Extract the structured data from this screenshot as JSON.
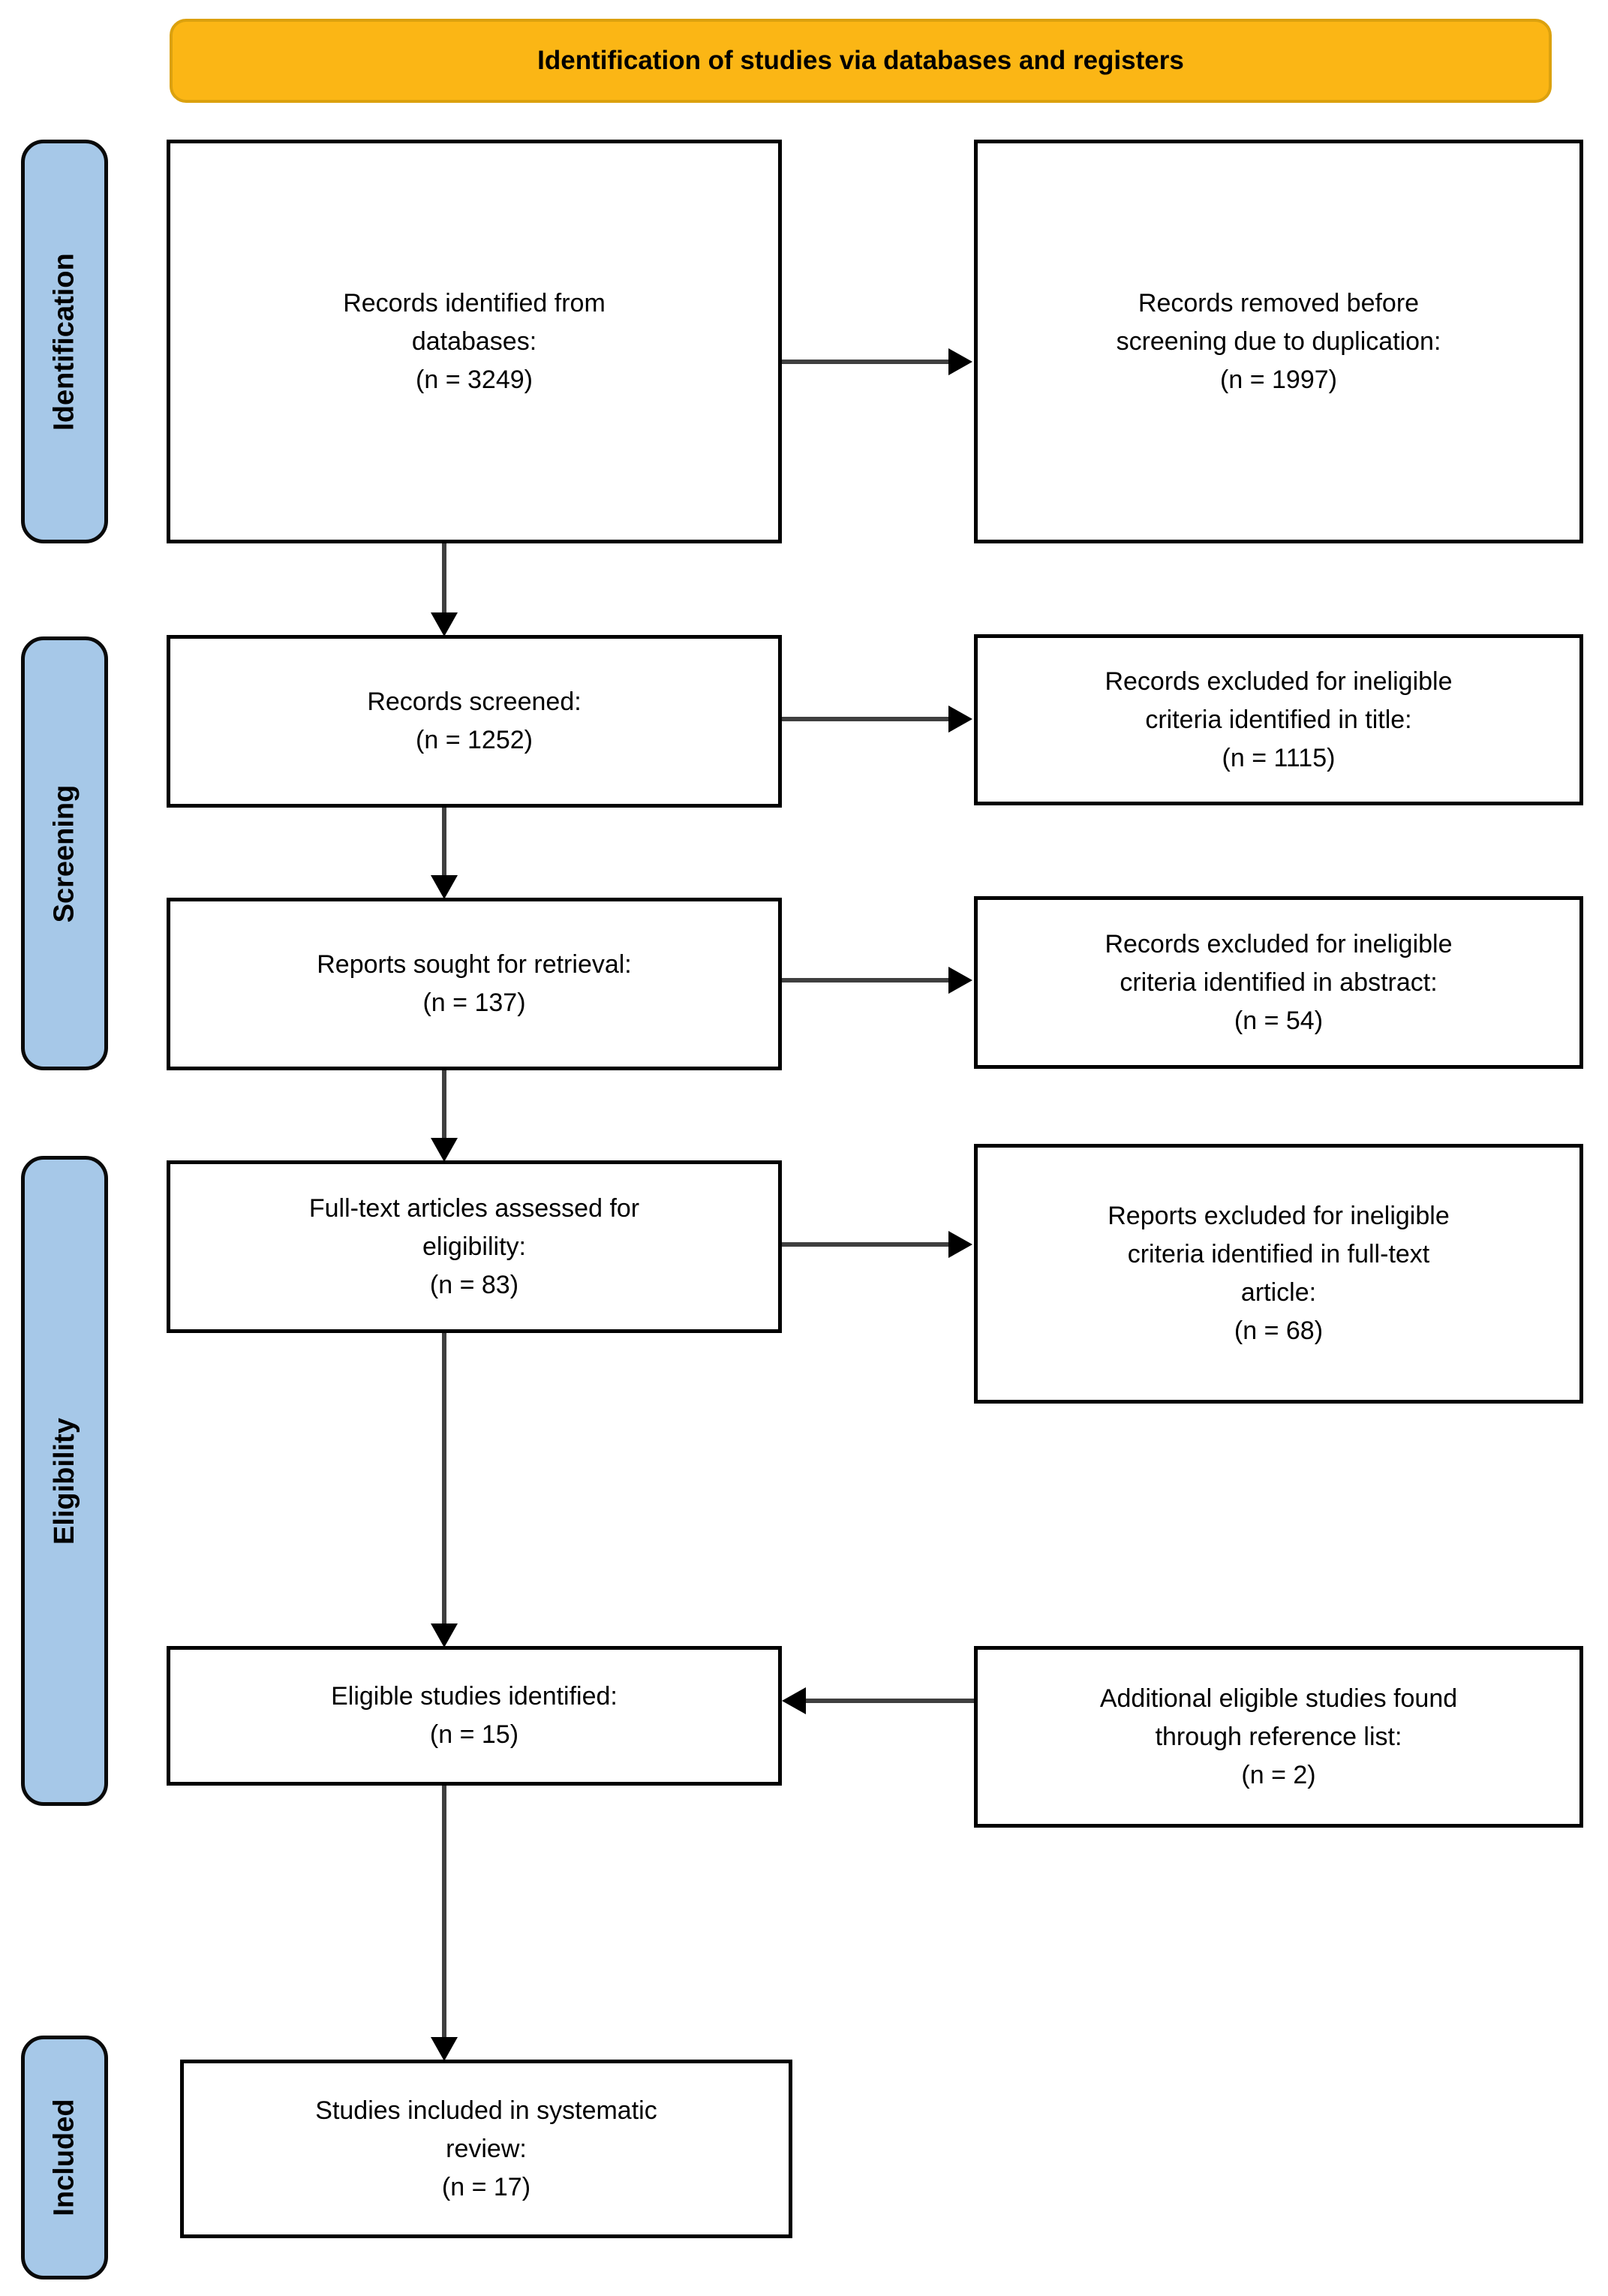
{
  "banner": {
    "title": "Identification of studies via databases and registers",
    "fill": "#FBB615",
    "border": "#DBA10E"
  },
  "sidebar": {
    "fill": "#A6C8E8",
    "labels": [
      {
        "text": "Identification"
      },
      {
        "text": "Screening"
      },
      {
        "text": "Eligibility"
      },
      {
        "text": "Included"
      }
    ]
  },
  "boxes": {
    "main": [
      {
        "name": "records-identified",
        "text": "Records identified from\ndatabases:\n(n = 3249)",
        "n": 3249
      },
      {
        "name": "records-screened",
        "text": "Records screened:\n(n = 1252)",
        "n": 1252
      },
      {
        "name": "reports-sought",
        "text": "Reports sought for retrieval:\n(n = 137)",
        "n": 137
      },
      {
        "name": "fulltext-assessed",
        "text": "Full-text articles assessed for\neligibility:\n(n = 83)",
        "n": 83
      },
      {
        "name": "eligible-identified",
        "text": "Eligible studies identified:\n(n = 15)",
        "n": 15
      },
      {
        "name": "included-systematic-review",
        "text": "Studies included in systematic\nreview:\n(n = 17)",
        "n": 17
      }
    ],
    "side": [
      {
        "name": "removed-duplication",
        "text": "Records removed before\nscreening due to duplication:\n(n = 1997)",
        "n": 1997
      },
      {
        "name": "excluded-title",
        "text": "Records excluded for ineligible\ncriteria identified in title:\n(n = 1115)",
        "n": 1115
      },
      {
        "name": "excluded-abstract",
        "text": "Records excluded for ineligible\ncriteria identified in abstract:\n(n = 54)",
        "n": 54
      },
      {
        "name": "excluded-fulltext",
        "text": "Reports excluded for ineligible\ncriteria identified in full-text\narticle:\n(n = 68)",
        "n": 68
      },
      {
        "name": "additional-reference-list",
        "text": "Additional eligible studies found\nthrough reference list:\n(n = 2)",
        "n": 2
      }
    ]
  },
  "colors": {
    "arrow_line": "#3F3F3F",
    "arrow_head": "#000000",
    "box_border": "#000000",
    "box_fill": "#FFFFFF"
  }
}
